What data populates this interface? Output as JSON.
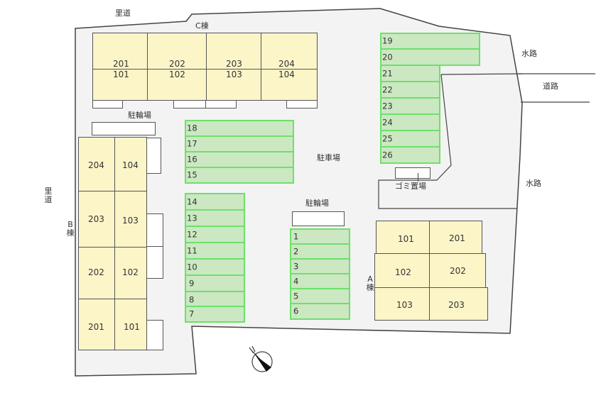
{
  "colors": {
    "lot": "#f3f3f3",
    "building": "#fcf5c8",
    "parking_fill": "#cbe8c2",
    "parking_border": "#6ee06a",
    "line": "#444444"
  },
  "labels": {
    "road_top": "里道",
    "road_left": "里道",
    "waterway_top": "水路",
    "road_right": "道路",
    "waterway_right": "水路",
    "parking_lot": "駐車場",
    "bicycle_parking_top": "駐輪場",
    "bicycle_parking_center": "駐輪場",
    "garbage": "ゴミ置場"
  },
  "buildings": {
    "C": {
      "label": "C棟",
      "units": [
        {
          "upper": "201",
          "lower": "101"
        },
        {
          "upper": "202",
          "lower": "102"
        },
        {
          "upper": "203",
          "lower": "103"
        },
        {
          "upper": "204",
          "lower": "104"
        }
      ]
    },
    "B": {
      "label_a": "B",
      "label_b": "棟",
      "rows": [
        {
          "left": "204",
          "right": "104"
        },
        {
          "left": "203",
          "right": "103"
        },
        {
          "left": "202",
          "right": "102"
        },
        {
          "left": "201",
          "right": "101"
        }
      ]
    },
    "A": {
      "label_a": "A",
      "label_b": "棟",
      "rows": [
        {
          "left": "101",
          "right": "201"
        },
        {
          "left": "102",
          "right": "202"
        },
        {
          "left": "103",
          "right": "203"
        }
      ]
    }
  },
  "parking": {
    "group_top_center": [
      "18",
      "17",
      "16",
      "15"
    ],
    "group_left": [
      "14",
      "13",
      "12",
      "11",
      "10",
      "9",
      "8",
      "7"
    ],
    "group_center": [
      "1",
      "2",
      "3",
      "4",
      "5",
      "6"
    ],
    "group_right_wide": [
      "19",
      "20"
    ],
    "group_right": [
      "21",
      "22",
      "23",
      "24",
      "25",
      "26"
    ]
  },
  "compass": "north-arrow"
}
